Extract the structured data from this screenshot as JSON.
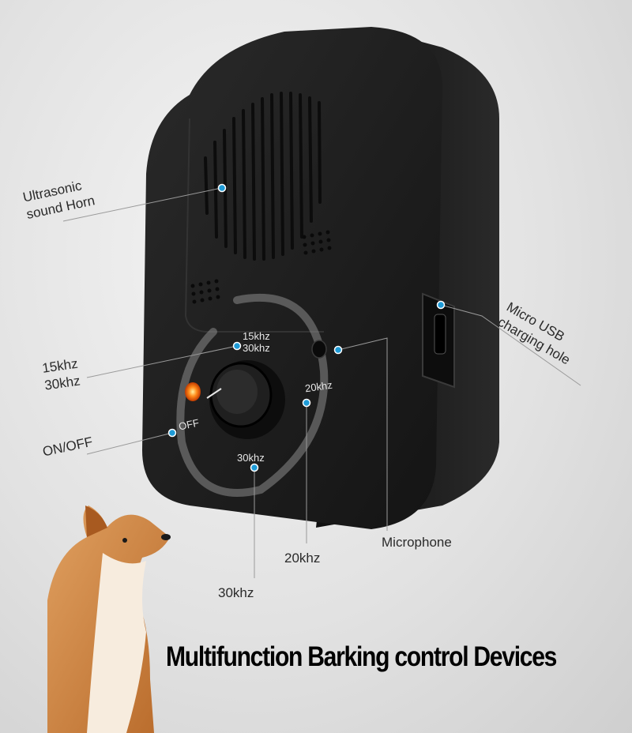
{
  "labels": {
    "ultrasonic": "Ultrasonic\nsound Horn",
    "freq_left": "15khz\n30khz",
    "onoff": "ON/OFF",
    "usb": "Micro USB\ncharging hole",
    "microphone": "Microphone",
    "khz20": "20khz",
    "khz30": "30khz"
  },
  "device_marks": {
    "top": "15khz\n30khz",
    "right": "20khz",
    "bottom": "30khz",
    "off": "OFF"
  },
  "headline": "Multifunction Barking control Devices",
  "colors": {
    "accent": "#1e9bd7",
    "device": "#1b1b1b",
    "led": "#ff7a1a"
  }
}
